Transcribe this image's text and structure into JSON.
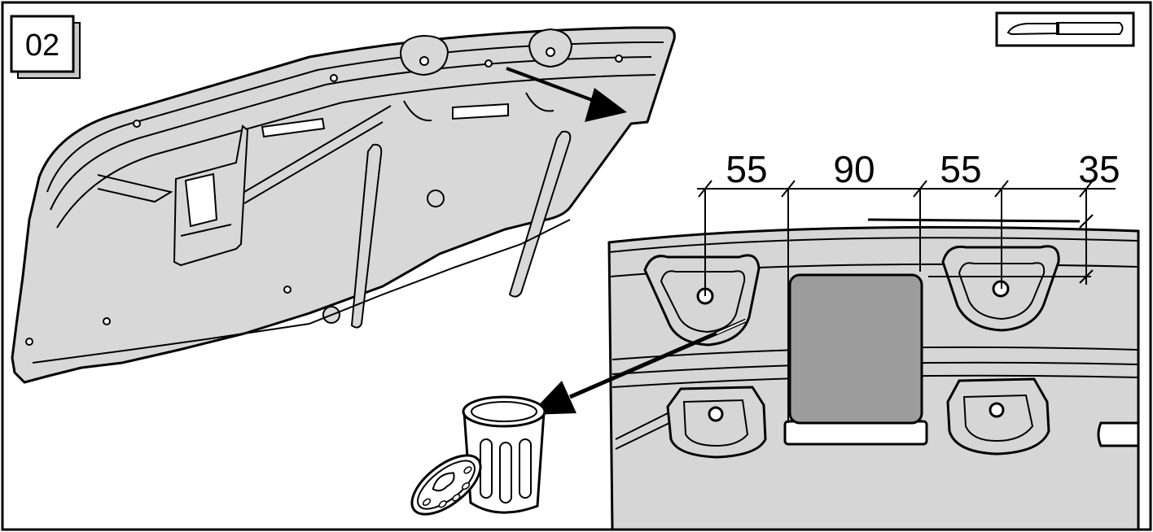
{
  "step": {
    "number": "02"
  },
  "dimensions": {
    "d1": "55",
    "d2": "90",
    "d3": "55",
    "d4": "35"
  },
  "icons": {
    "tool": "utility-knife-icon",
    "disposal": "trash-bin-icon"
  },
  "colors": {
    "panel_fill": "#d8d8d8",
    "cutout_fill": "#9c9c9c",
    "detail_bg": "#d6d6d6",
    "line": "#000000",
    "background": "#ffffff"
  }
}
